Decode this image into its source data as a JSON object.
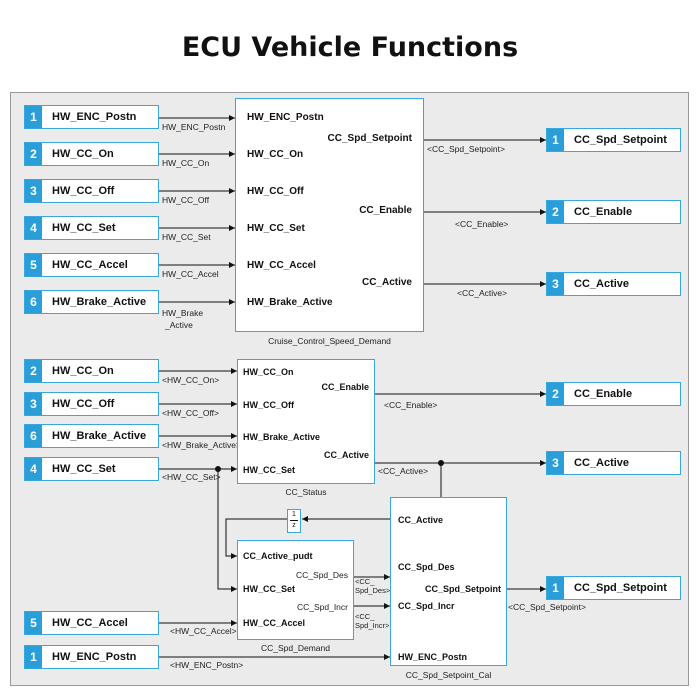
{
  "title": "ECU Vehicle Functions",
  "blocks": {
    "demand": {
      "caption": "Cruise_Control_Speed_Demand",
      "inputs": [
        "HW_ENC_Postn",
        "HW_CC_On",
        "HW_CC_Off",
        "HW_CC_Set",
        "HW_CC_Accel",
        "HW_Brake_Active"
      ],
      "outputs": [
        "CC_Spd_Setpoint",
        "CC_Enable",
        "CC_Active"
      ]
    },
    "status": {
      "caption": "CC_Status",
      "inputs": [
        "HW_CC_On",
        "HW_CC_Off",
        "HW_Brake_Active",
        "HW_CC_Set"
      ],
      "outputs": [
        "CC_Enable",
        "CC_Active"
      ]
    },
    "spd_demand": {
      "caption": "CC_Spd_Demand",
      "inputs": [
        "CC_Active_pudt",
        "HW_CC_Set",
        "HW_CC_Accel"
      ],
      "outputs": [
        "CC_Spd_Des",
        "CC_Spd_Incr"
      ]
    },
    "setpoint_cal": {
      "caption": "CC_Spd_Setpoint_Cal",
      "inputs": [
        "CC_Active",
        "CC_Spd_Des",
        "CC_Spd_Incr",
        "HW_ENC_Postn"
      ],
      "outputs": [
        "CC_Spd_Setpoint"
      ]
    },
    "gain": {
      "num": "1",
      "den": "z"
    }
  },
  "ports": {
    "top_in": [
      {
        "num": "1",
        "label": "HW_ENC_Postn"
      },
      {
        "num": "2",
        "label": "HW_CC_On"
      },
      {
        "num": "3",
        "label": "HW_CC_Off"
      },
      {
        "num": "4",
        "label": "HW_CC_Set"
      },
      {
        "num": "5",
        "label": "HW_CC_Accel"
      },
      {
        "num": "6",
        "label": "HW_Brake_Active"
      }
    ],
    "top_out": [
      {
        "num": "1",
        "label": "CC_Spd_Setpoint"
      },
      {
        "num": "2",
        "label": "CC_Enable"
      },
      {
        "num": "3",
        "label": "CC_Active"
      }
    ],
    "bottom_in": [
      {
        "num": "2",
        "label": "HW_CC_On"
      },
      {
        "num": "3",
        "label": "HW_CC_Off"
      },
      {
        "num": "6",
        "label": "HW_Brake_Active"
      },
      {
        "num": "4",
        "label": "HW_CC_Set"
      },
      {
        "num": "5",
        "label": "HW_CC_Accel"
      },
      {
        "num": "1",
        "label": "HW_ENC_Postn"
      }
    ],
    "bottom_out": [
      {
        "num": "2",
        "label": "CC_Enable"
      },
      {
        "num": "3",
        "label": "CC_Active"
      },
      {
        "num": "1",
        "label": "CC_Spd_Setpoint"
      }
    ]
  },
  "signals": {
    "top_in": [
      "HW_ENC_Postn",
      "HW_CC_On",
      "HW_CC_Off",
      "HW_CC_Set",
      "HW_CC_Accel",
      "HW_Brake",
      "_Active"
    ],
    "top_out": [
      "<CC_Spd_Setpoint>",
      "<CC_Enable>",
      "<CC_Active>"
    ],
    "bottom_in": [
      "<HW_CC_On>",
      "<HW_CC_Off>",
      "<HW_Brake_Active>",
      "<HW_CC_Set>",
      "<HW_CC_Accel>",
      "<HW_ENC_Postn>"
    ],
    "status_out": [
      "<CC_Enable>",
      "<CC_Active>"
    ],
    "spd_out": [
      "CC_Spd_Des",
      "CC_Spd_Incr"
    ],
    "spd_bus": [
      "<CC_",
      "Spd_Des>",
      "<CC_",
      "Spd_Incr>"
    ],
    "setpoint_out": "<CC_Spd_Setpoint>"
  }
}
